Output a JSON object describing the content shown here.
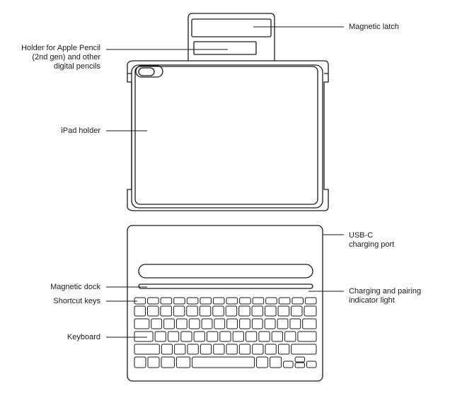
{
  "diagram": {
    "labels": {
      "magnetic_latch": "Magnetic latch",
      "pencil_holder": "Holder for Apple Pencil\n(2nd gen) and other\ndigital pencils",
      "ipad_holder": "iPad holder",
      "usb_c": "USB-C\ncharging port",
      "magnetic_dock": "Magnetic dock",
      "charging_light": "Charging and pairing\nindicator light",
      "shortcut_keys": "Shortcut keys",
      "keyboard": "Keyboard"
    },
    "colors": {
      "line": "#1a1a1a",
      "background": "#ffffff"
    }
  }
}
